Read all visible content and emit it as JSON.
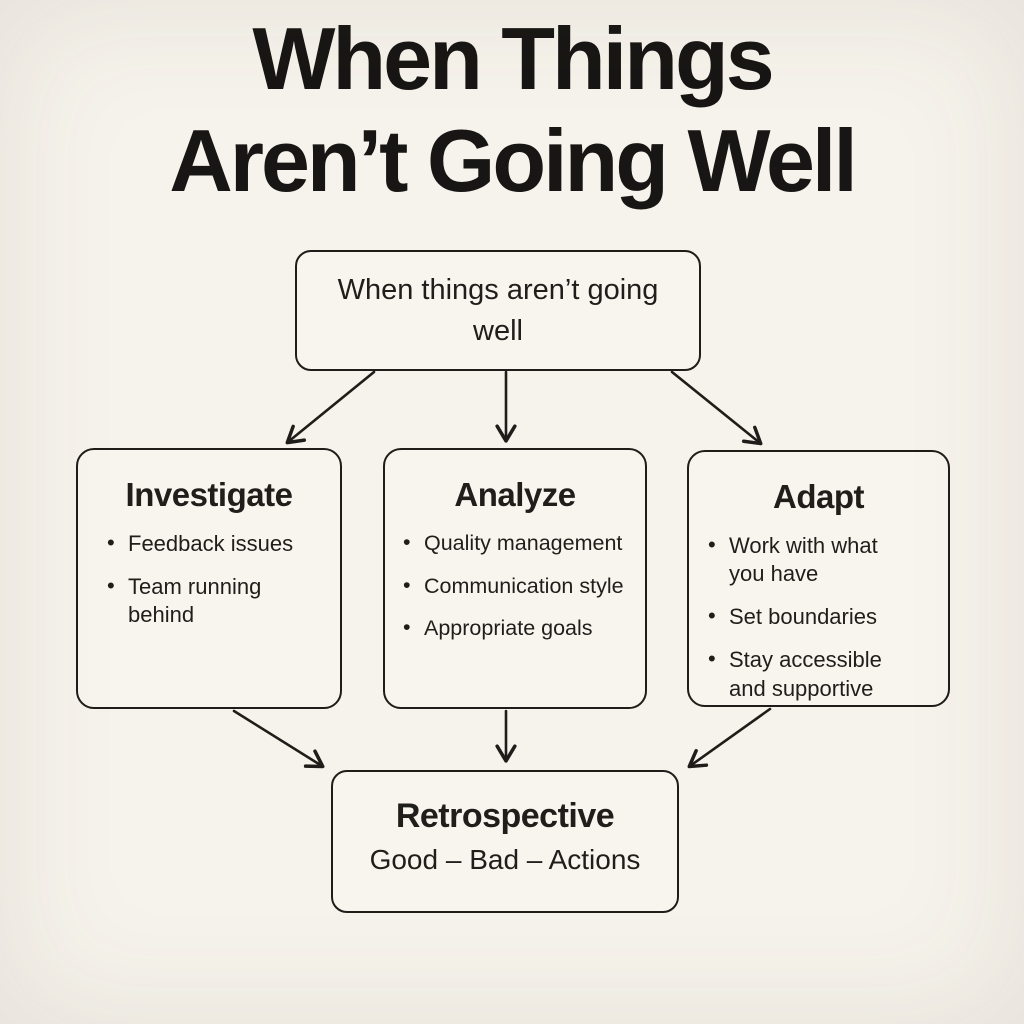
{
  "title": {
    "line1": "When Things",
    "line2": "Aren’t Going Well"
  },
  "diagram": {
    "root": {
      "label": "When things aren’t going well"
    },
    "branches": [
      {
        "title": "Investigate",
        "bullets": [
          "Feedback issues",
          "Team running behind"
        ]
      },
      {
        "title": "Analyze",
        "bullets": [
          "Quality management",
          "Communication style",
          "Appropriate goals"
        ]
      },
      {
        "title": "Adapt",
        "bullets": [
          "Work with what you have",
          "Set boundaries",
          "Stay accessible and supportive"
        ]
      }
    ],
    "result": {
      "title": "Retrospective",
      "subtitle": "Good – Bad – Actions"
    }
  },
  "colors": {
    "background": "#f6f3ec",
    "box_fill": "#f8f5ef",
    "line": "#1f1d1a",
    "text": "#201e1b"
  }
}
